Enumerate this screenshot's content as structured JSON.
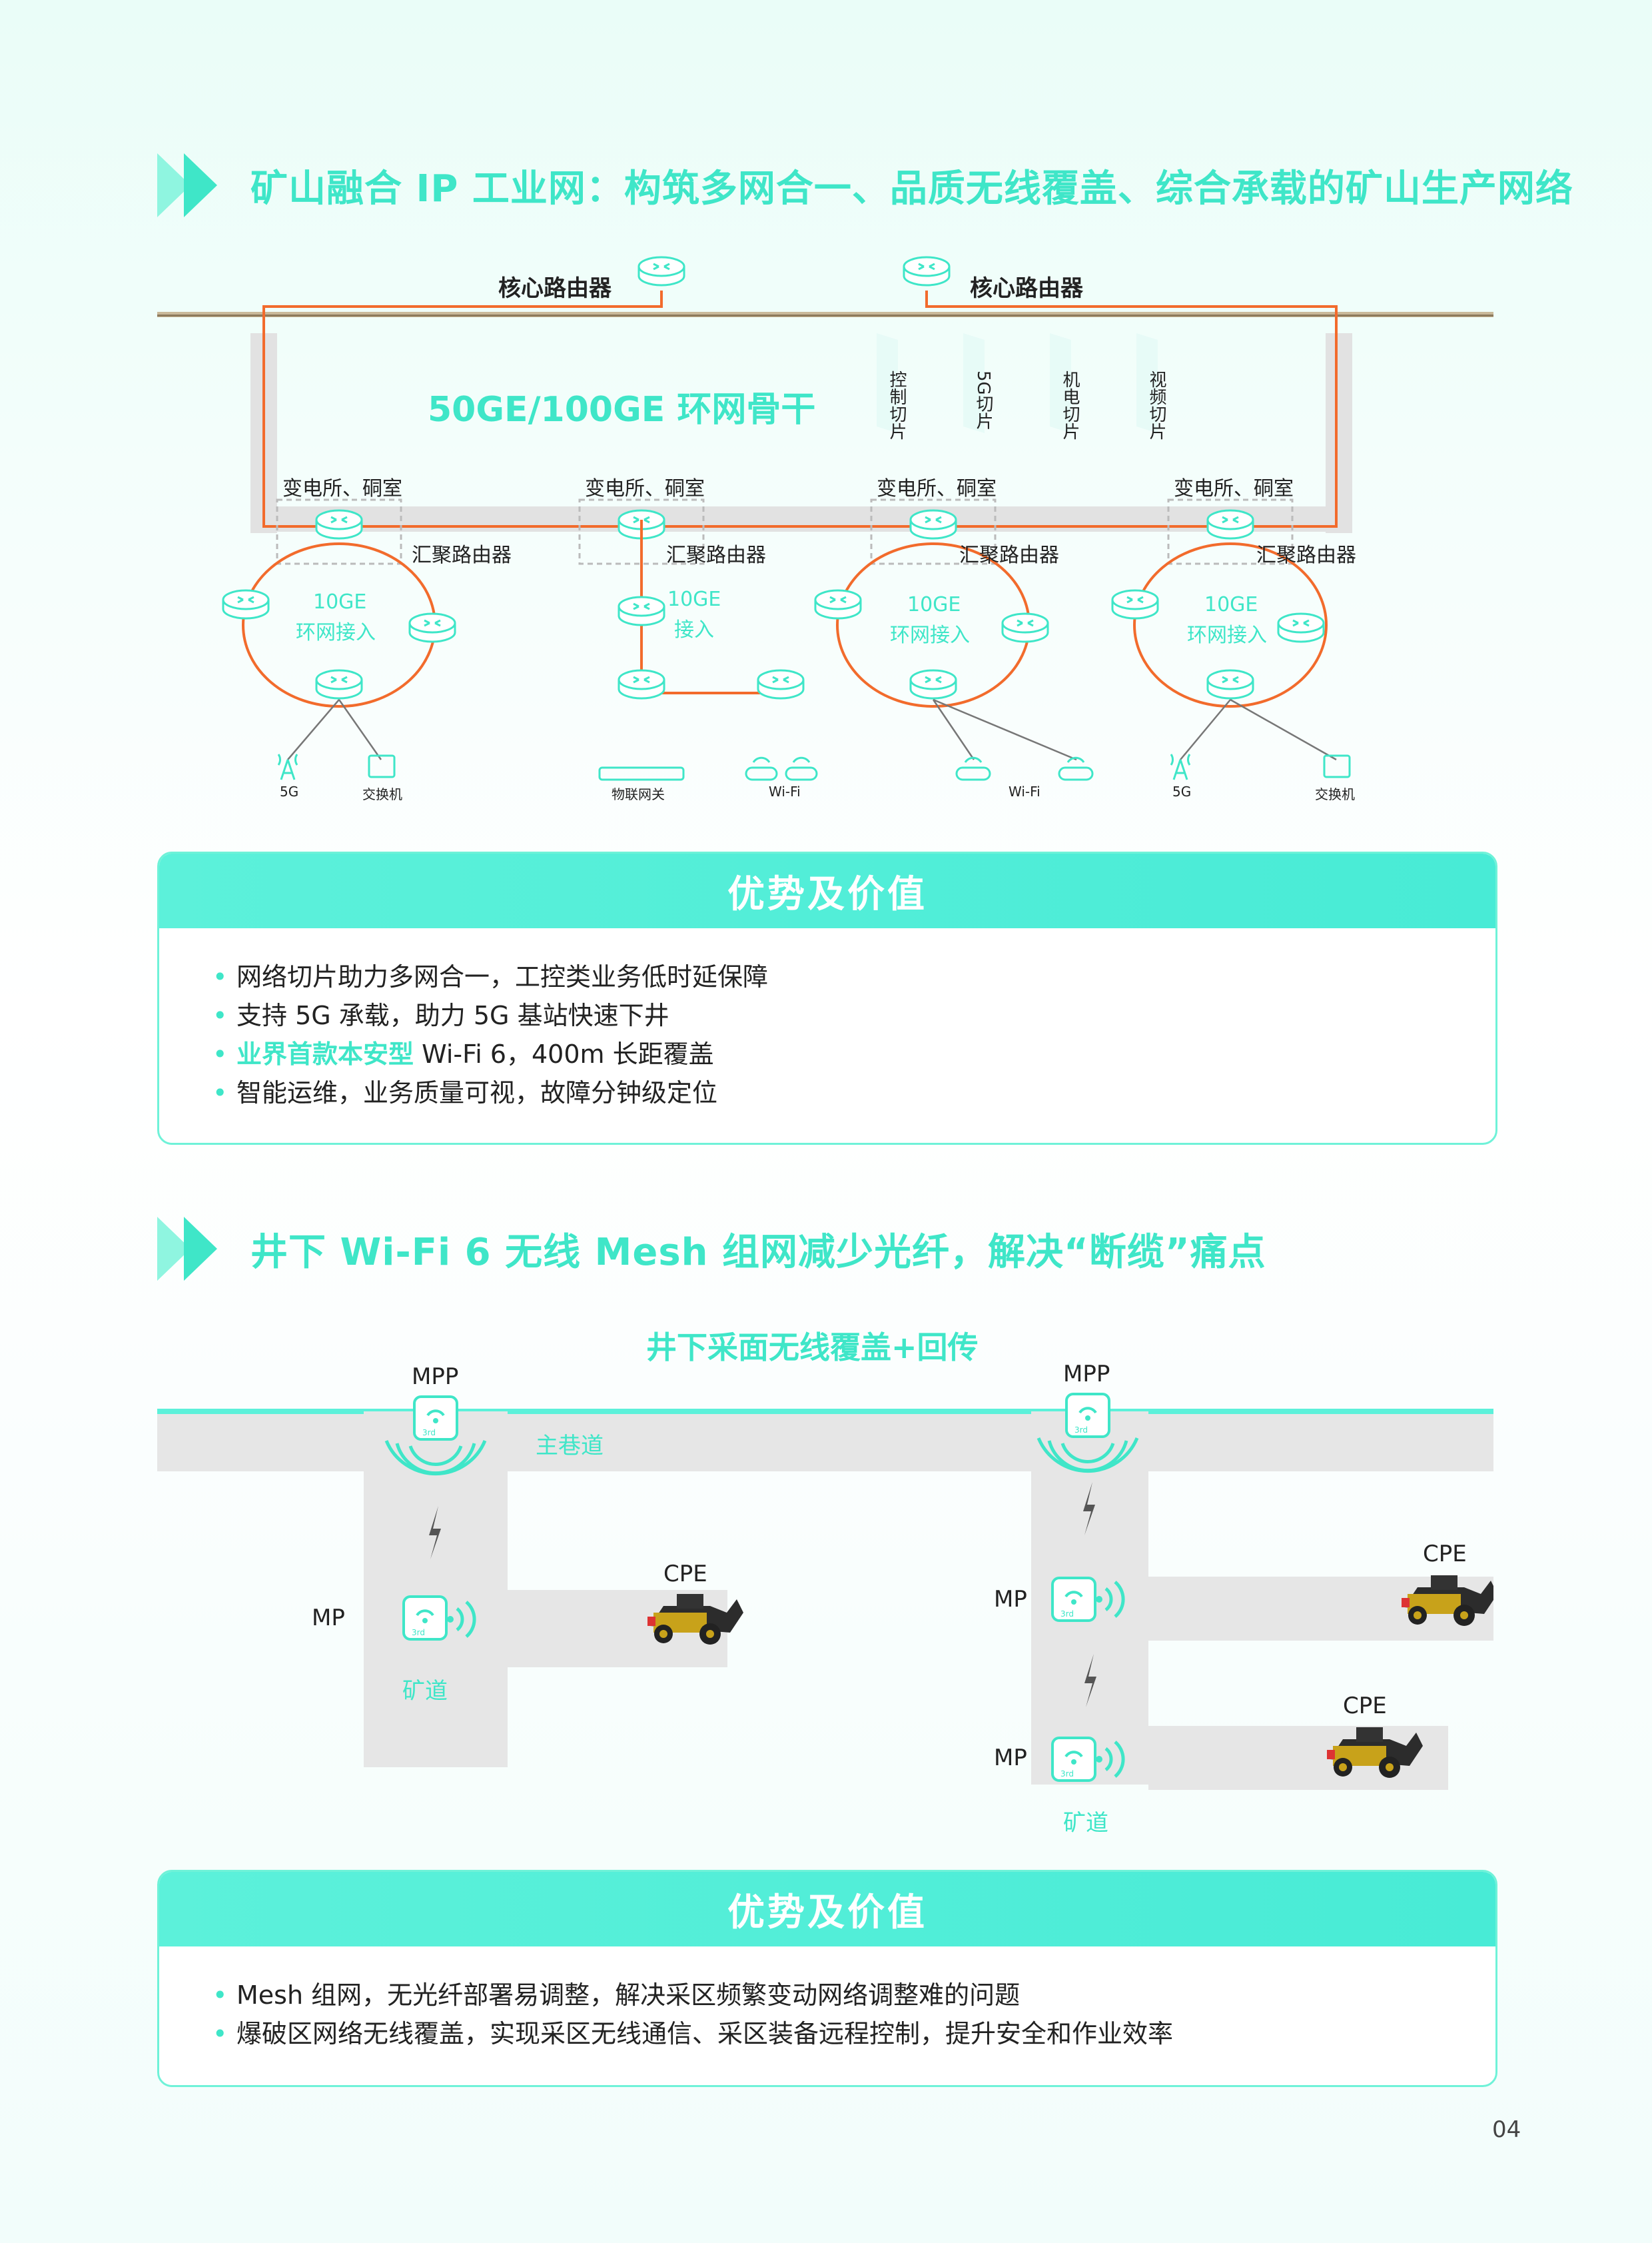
{
  "section1": {
    "title": "矿山融合 IP 工业网：构筑多网合一、品质无线覆盖、综合承载的矿山生产网络",
    "diagram": {
      "core_router_label": "核心路由器",
      "backbone_label": "50GE/100GE  环网骨干",
      "slices": [
        "控制切片",
        "5G切片",
        "机电切片",
        "视频切片"
      ],
      "substation_label": "变电所、硐室",
      "aggregation_label": "汇聚路由器",
      "ring_access": [
        "10GE",
        "环网接入"
      ],
      "access_label": [
        "10GE",
        "接入"
      ],
      "endpoints": {
        "fiveg": "5G",
        "switch": "交换机",
        "iot_gateway": "物联网关",
        "wifi": "Wi-Fi",
        "wifi_badge": "Wi-Fi"
      }
    }
  },
  "panel1": {
    "header": "优势及价值",
    "items": [
      {
        "highlight": "",
        "text": "网络切片助力多网合一，工控类业务低时延保障"
      },
      {
        "highlight": "",
        "text": "支持 5G 承载，助力 5G 基站快速下井"
      },
      {
        "highlight": "业界首款本安型",
        "text": " Wi-Fi 6，400m 长距覆盖"
      },
      {
        "highlight": "",
        "text": "智能运维，业务质量可视，故障分钟级定位"
      }
    ]
  },
  "section2": {
    "title": "井下 Wi-Fi 6 无线 Mesh 组网减少光纤，解决“断缆”痛点",
    "diagram": {
      "subtitle": "井下采面无线覆盖+回传",
      "mpp": "MPP",
      "mp": "MP",
      "cpe": "CPE",
      "main_tunnel": "主巷道",
      "tunnel": "矿道"
    }
  },
  "panel2": {
    "header": "优势及价值",
    "items": [
      {
        "highlight": "",
        "text": "Mesh 组网，无光纤部署易调整，解决采区频繁变动网络调整难的问题"
      },
      {
        "highlight": "",
        "text": "爆破区网络无线覆盖，实现采区无线通信、采区装备远程控制，提升安全和作业效率"
      }
    ]
  },
  "page_number": "04",
  "colors": {
    "accent": "#3fe6c8",
    "accent_light": "#5cf1da",
    "ring": "#f26b2c",
    "tunnel": "#e6e6e6"
  }
}
